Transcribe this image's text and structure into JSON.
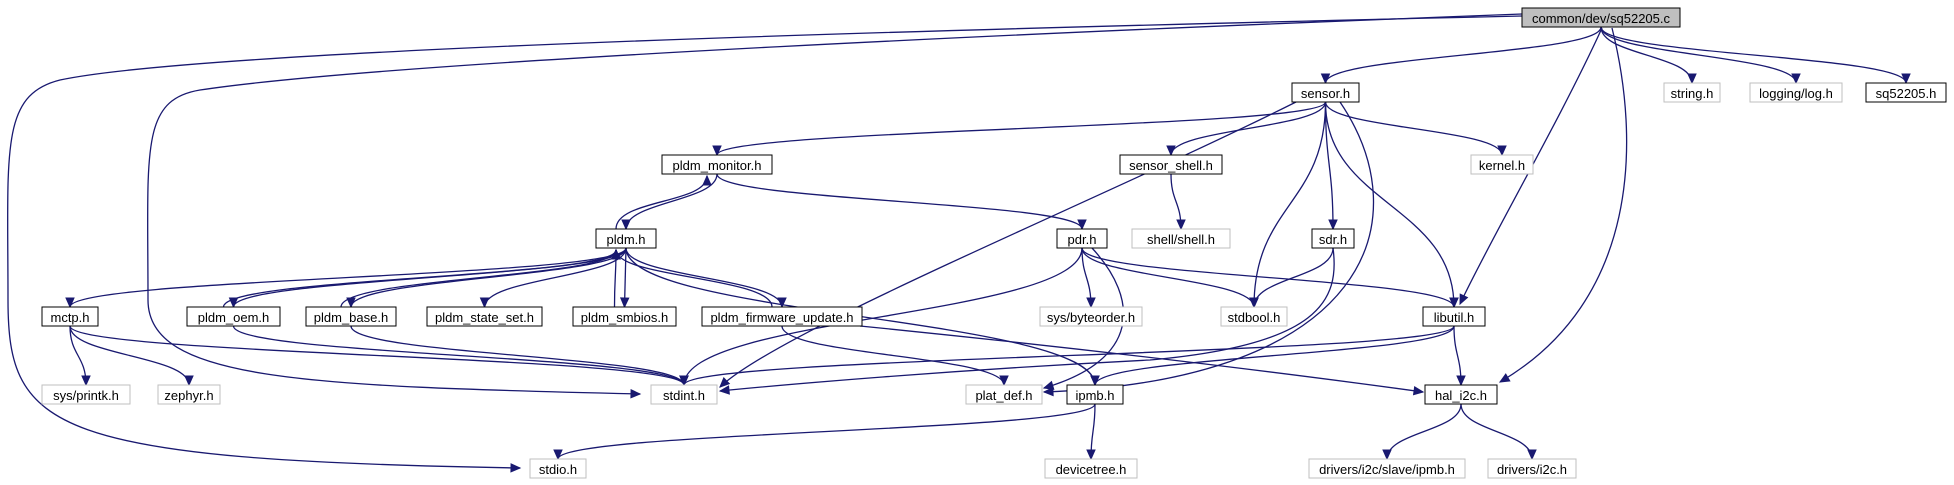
{
  "nodes": [
    {
      "id": "root",
      "label": "common/dev/sq52205.c",
      "style": "root"
    },
    {
      "id": "sensor",
      "label": "sensor.h",
      "style": "solid"
    },
    {
      "id": "string",
      "label": "string.h",
      "style": "ghost"
    },
    {
      "id": "logging",
      "label": "logging/log.h",
      "style": "ghost"
    },
    {
      "id": "sq52205",
      "label": "sq52205.h",
      "style": "solid"
    },
    {
      "id": "pldm_monitor",
      "label": "pldm_monitor.h",
      "style": "solid"
    },
    {
      "id": "sensor_shell",
      "label": "sensor_shell.h",
      "style": "solid"
    },
    {
      "id": "kernel",
      "label": "kernel.h",
      "style": "ghost"
    },
    {
      "id": "pldm",
      "label": "pldm.h",
      "style": "solid"
    },
    {
      "id": "pdr",
      "label": "pdr.h",
      "style": "solid"
    },
    {
      "id": "shell",
      "label": "shell/shell.h",
      "style": "ghost"
    },
    {
      "id": "sdr",
      "label": "sdr.h",
      "style": "solid"
    },
    {
      "id": "mctp",
      "label": "mctp.h",
      "style": "solid"
    },
    {
      "id": "pldm_oem",
      "label": "pldm_oem.h",
      "style": "solid"
    },
    {
      "id": "pldm_base",
      "label": "pldm_base.h",
      "style": "solid"
    },
    {
      "id": "pldm_state_set",
      "label": "pldm_state_set.h",
      "style": "solid"
    },
    {
      "id": "pldm_smbios",
      "label": "pldm_smbios.h",
      "style": "solid"
    },
    {
      "id": "pldm_fw",
      "label": "pldm_firmware_update.h",
      "style": "solid"
    },
    {
      "id": "byteorder",
      "label": "sys/byteorder.h",
      "style": "ghost"
    },
    {
      "id": "stdbool",
      "label": "stdbool.h",
      "style": "ghost"
    },
    {
      "id": "libutil",
      "label": "libutil.h",
      "style": "solid"
    },
    {
      "id": "printk",
      "label": "sys/printk.h",
      "style": "ghost"
    },
    {
      "id": "zephyr",
      "label": "zephyr.h",
      "style": "ghost"
    },
    {
      "id": "stdint",
      "label": "stdint.h",
      "style": "ghost"
    },
    {
      "id": "plat_def",
      "label": "plat_def.h",
      "style": "ghost"
    },
    {
      "id": "ipmb",
      "label": "ipmb.h",
      "style": "solid"
    },
    {
      "id": "hal_i2c",
      "label": "hal_i2c.h",
      "style": "solid"
    },
    {
      "id": "stdio",
      "label": "stdio.h",
      "style": "ghost"
    },
    {
      "id": "devicetree",
      "label": "devicetree.h",
      "style": "ghost"
    },
    {
      "id": "ipmb_drv",
      "label": "drivers/i2c/slave/ipmb.h",
      "style": "ghost"
    },
    {
      "id": "i2c_drv",
      "label": "drivers/i2c.h",
      "style": "ghost"
    }
  ],
  "edges": [
    [
      "root",
      "sensor"
    ],
    [
      "root",
      "string"
    ],
    [
      "root",
      "logging"
    ],
    [
      "root",
      "sq52205"
    ],
    [
      "root",
      "libutil"
    ],
    [
      "root",
      "hal_i2c"
    ],
    [
      "root",
      "stdint"
    ],
    [
      "root",
      "stdio"
    ],
    [
      "sensor",
      "pldm_monitor"
    ],
    [
      "sensor",
      "sensor_shell"
    ],
    [
      "sensor",
      "kernel"
    ],
    [
      "sensor",
      "sdr"
    ],
    [
      "sensor",
      "stdbool"
    ],
    [
      "sensor",
      "libutil"
    ],
    [
      "sensor",
      "stdint"
    ],
    [
      "sensor",
      "plat_def"
    ],
    [
      "sensor_shell",
      "shell"
    ],
    [
      "pldm_monitor",
      "pldm"
    ],
    [
      "pldm_monitor",
      "pdr"
    ],
    [
      "pldm",
      "pldm_monitor"
    ],
    [
      "pldm",
      "mctp"
    ],
    [
      "pldm",
      "pldm_oem"
    ],
    [
      "pldm",
      "pldm_base"
    ],
    [
      "pldm",
      "pldm_state_set"
    ],
    [
      "pldm",
      "pldm_smbios"
    ],
    [
      "pldm",
      "pldm_fw"
    ],
    [
      "pldm",
      "ipmb"
    ],
    [
      "pldm_oem",
      "pldm"
    ],
    [
      "pldm_base",
      "pldm"
    ],
    [
      "pldm_smbios",
      "pldm"
    ],
    [
      "pldm_fw",
      "pldm"
    ],
    [
      "pldm_oem",
      "stdint"
    ],
    [
      "pldm_base",
      "stdint"
    ],
    [
      "pldm_fw",
      "plat_def"
    ],
    [
      "pldm_fw",
      "hal_i2c"
    ],
    [
      "pdr",
      "byteorder"
    ],
    [
      "pdr",
      "stdbool"
    ],
    [
      "pdr",
      "libutil"
    ],
    [
      "pdr",
      "stdint"
    ],
    [
      "pdr",
      "plat_def"
    ],
    [
      "sdr",
      "stdbool"
    ],
    [
      "sdr",
      "stdint"
    ],
    [
      "mctp",
      "printk"
    ],
    [
      "mctp",
      "zephyr"
    ],
    [
      "mctp",
      "stdint"
    ],
    [
      "libutil",
      "stdint"
    ],
    [
      "libutil",
      "ipmb"
    ],
    [
      "libutil",
      "hal_i2c"
    ],
    [
      "ipmb",
      "stdio"
    ],
    [
      "ipmb",
      "devicetree"
    ],
    [
      "hal_i2c",
      "ipmb_drv"
    ],
    [
      "hal_i2c",
      "i2c_drv"
    ]
  ]
}
